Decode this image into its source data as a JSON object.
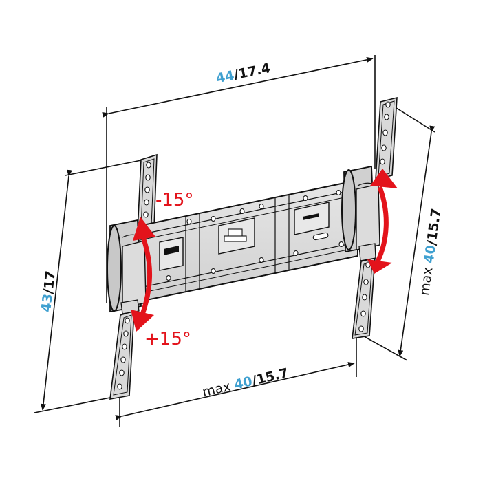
{
  "diagram": {
    "subject": "Tilting TV wall mount bracket dimensions",
    "colors": {
      "metric": "#3fa0d0",
      "imperial": "#111111",
      "tilt_arrow": "#e3131b",
      "line": "#111111",
      "part_fill": "#d9d9d9"
    },
    "dimensions": {
      "top_width": {
        "metric": "44",
        "separator": "/",
        "imperial": "17.4"
      },
      "left_height": {
        "metric": "43",
        "separator": "/",
        "imperial": "17"
      },
      "bottom_width": {
        "prefix": "max ",
        "metric": "40",
        "separator": "/",
        "imperial": "15.7"
      },
      "right_height": {
        "prefix": "max ",
        "metric": "40",
        "separator": "/",
        "imperial": "15.7"
      }
    },
    "tilt": {
      "up": "-15°",
      "down": "+15°"
    }
  }
}
